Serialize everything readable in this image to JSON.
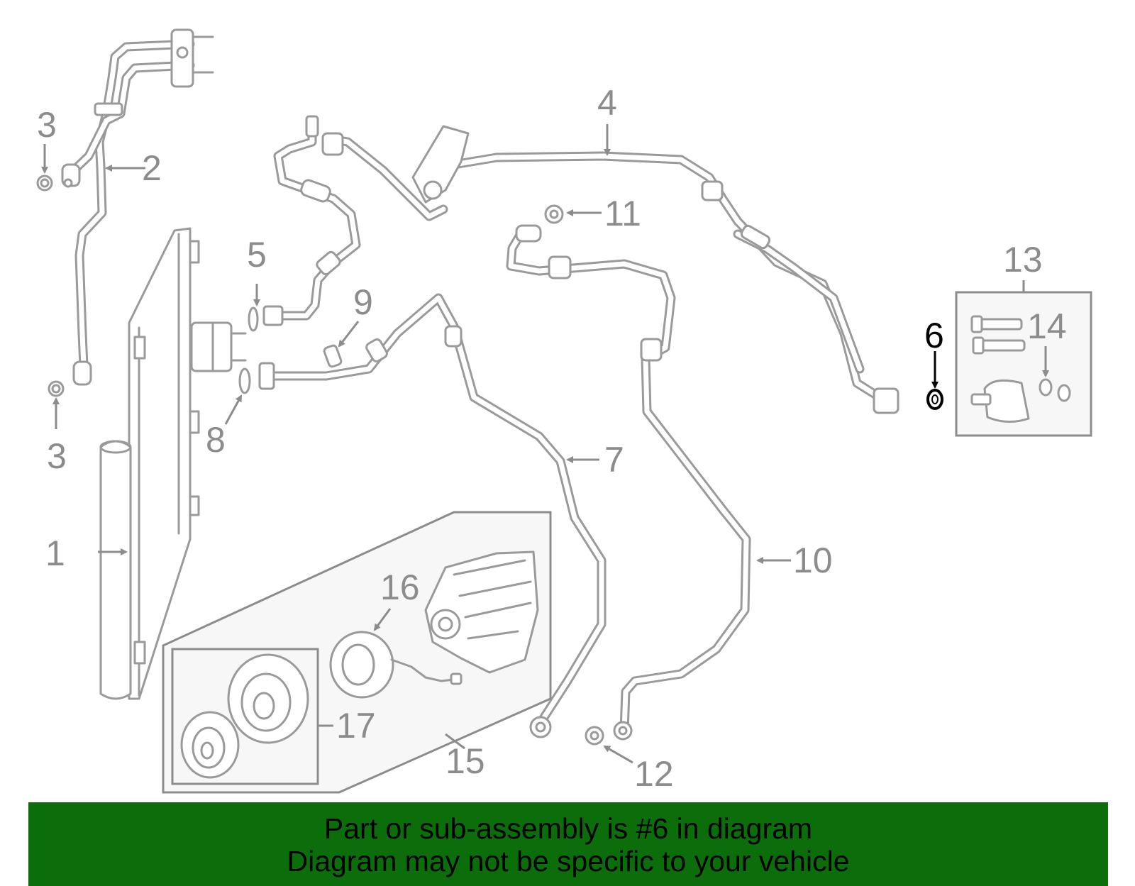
{
  "callouts": {
    "c1": "1",
    "c2": "2",
    "c3a": "3",
    "c3b": "3",
    "c4": "4",
    "c5": "5",
    "c6": "6",
    "c7": "7",
    "c8": "8",
    "c9": "9",
    "c10": "10",
    "c11": "11",
    "c12": "12",
    "c13": "13",
    "c14": "14",
    "c15": "15",
    "c16": "16",
    "c17": "17"
  },
  "highlighted_part": "6",
  "banner": {
    "line1": "Part or sub-assembly is #6 in diagram",
    "line2": "Diagram may not be specific to your vehicle",
    "background_color": "#0b6e0b"
  }
}
